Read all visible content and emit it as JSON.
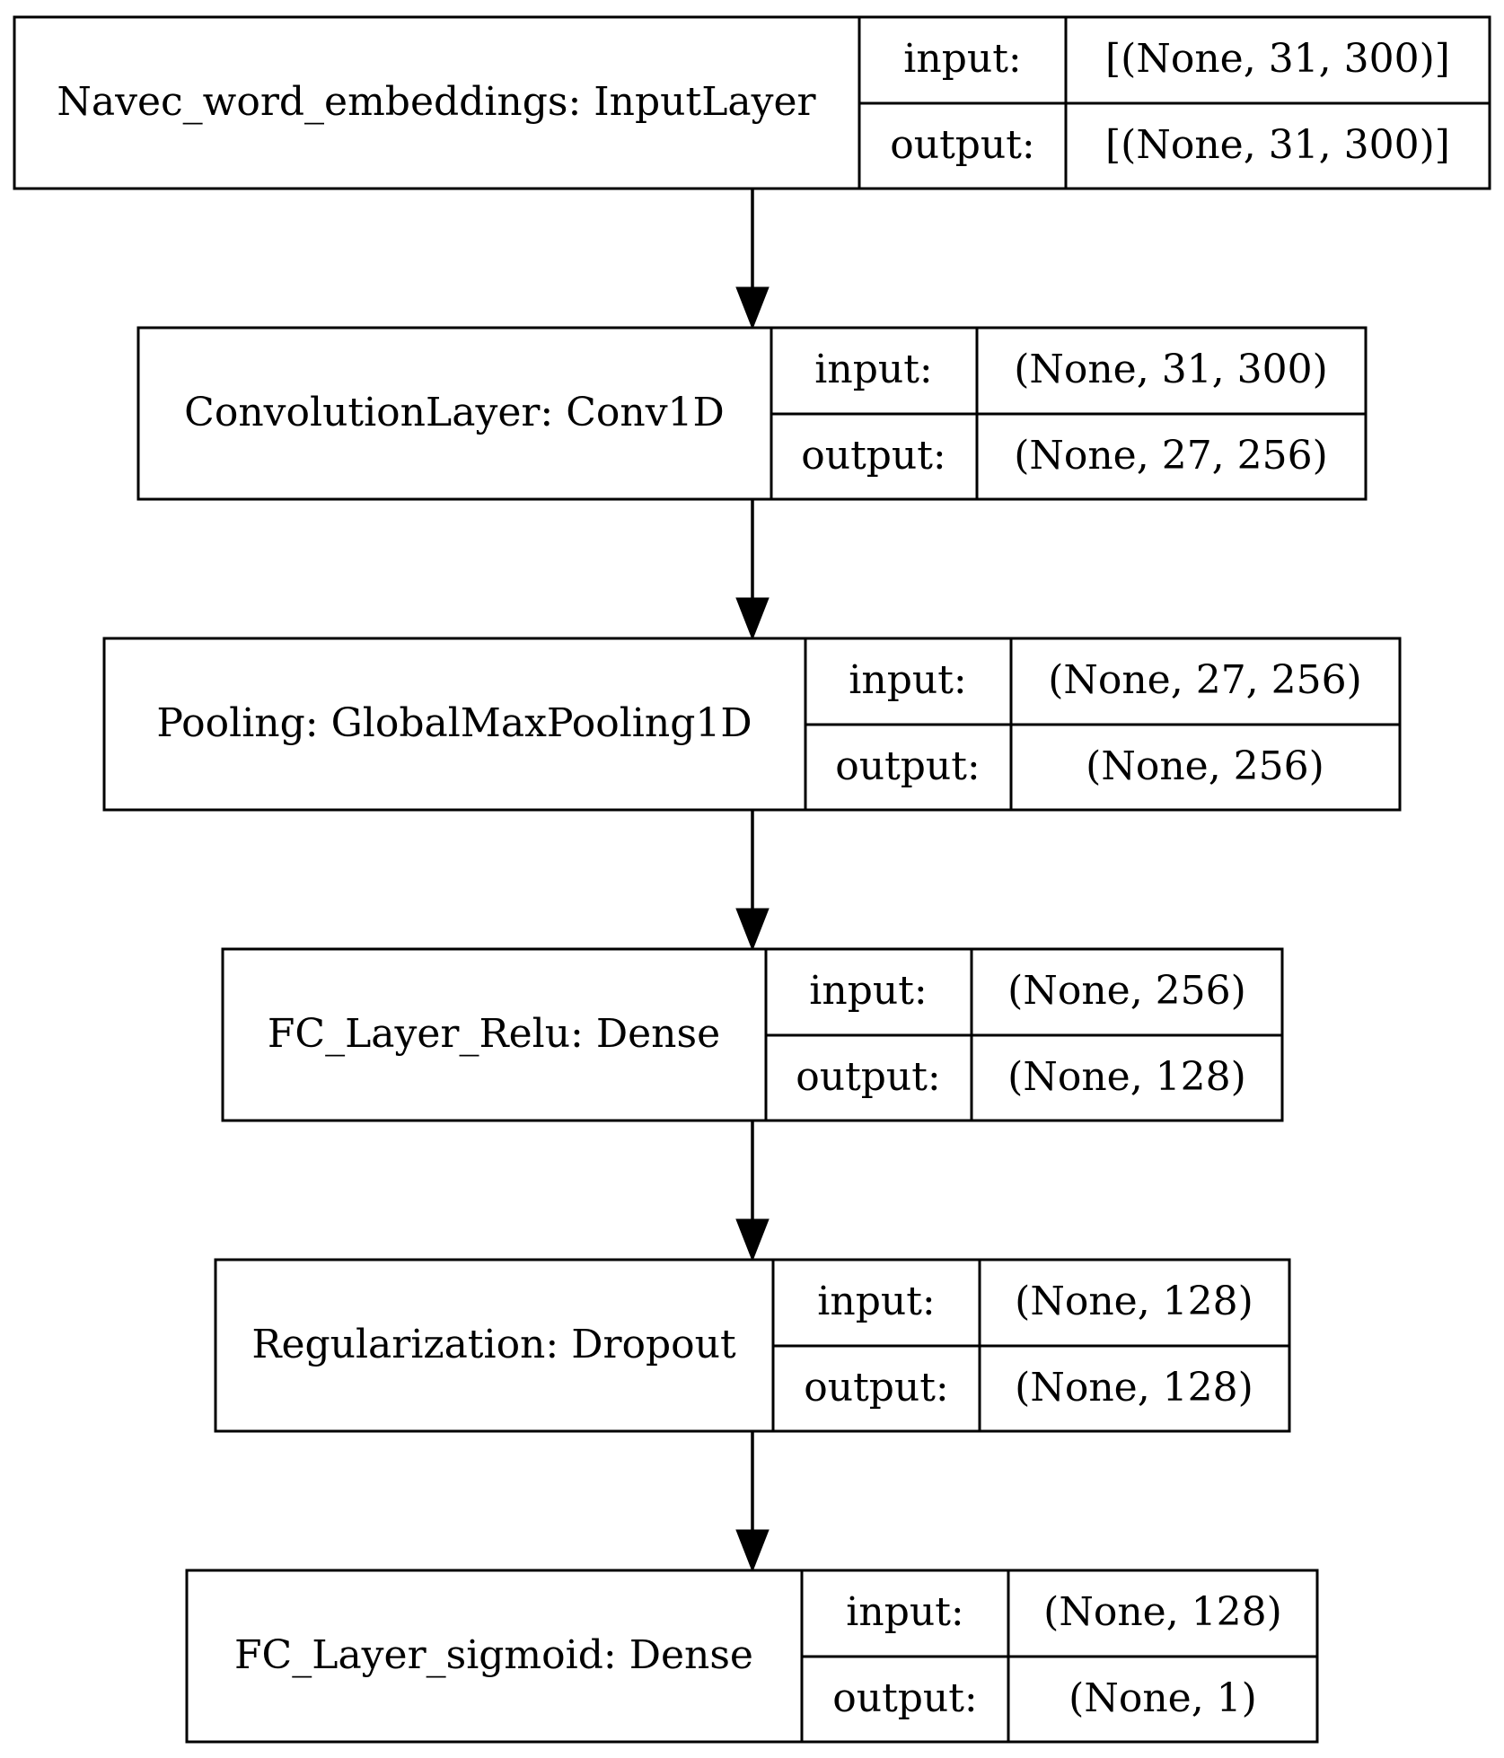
{
  "diagram": {
    "layers": [
      {
        "name": "Navec_word_embeddings: InputLayer",
        "input_label": "input:",
        "input_value": "[(None, 31, 300)]",
        "output_label": "output:",
        "output_value": "[(None, 31, 300)]"
      },
      {
        "name": "ConvolutionLayer: Conv1D",
        "input_label": "input:",
        "input_value": "(None, 31, 300)",
        "output_label": "output:",
        "output_value": "(None, 27, 256)"
      },
      {
        "name": "Pooling: GlobalMaxPooling1D",
        "input_label": "input:",
        "input_value": "(None, 27, 256)",
        "output_label": "output:",
        "output_value": "(None, 256)"
      },
      {
        "name": "FC_Layer_Relu: Dense",
        "input_label": "input:",
        "input_value": "(None, 256)",
        "output_label": "output:",
        "output_value": "(None, 128)"
      },
      {
        "name": "Regularization: Dropout",
        "input_label": "input:",
        "input_value": "(None, 128)",
        "output_label": "output:",
        "output_value": "(None, 128)"
      },
      {
        "name": "FC_Layer_sigmoid: Dense",
        "input_label": "input:",
        "input_value": "(None, 128)",
        "output_label": "output:",
        "output_value": "(None, 1)"
      }
    ]
  }
}
